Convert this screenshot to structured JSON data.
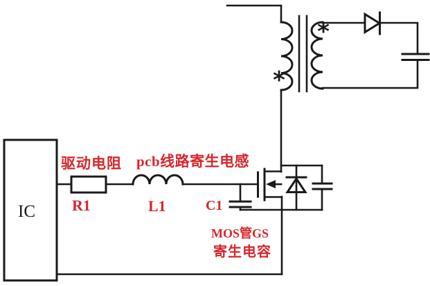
{
  "colors": {
    "background": "#ffffff",
    "wire": "#1a1a1a",
    "annotation_red": "#d8262c"
  },
  "labels": {
    "ic": "IC",
    "r1_annotation": "驱动电阻",
    "r1_designator": "R1",
    "l1_annotation": "pcb线路寄生电感",
    "l1_designator": "L1",
    "c1_designator": "C1",
    "c1_annotation_line1": "MOS管GS",
    "c1_annotation_line2": "寄生电容",
    "transformer_primary_dot": "*",
    "transformer_secondary_dot": "*"
  },
  "components": [
    {
      "name": "ic",
      "label": "IC"
    },
    {
      "name": "gate-drive-resistor",
      "designator": "R1",
      "annotation": "驱动电阻"
    },
    {
      "name": "pcb-trace-parasitic-inductor",
      "designator": "L1",
      "annotation": "pcb线路寄生电感"
    },
    {
      "name": "mos-gs-parasitic-capacitor",
      "designator": "C1",
      "annotation": "MOS管GS寄生电容"
    },
    {
      "name": "power-mosfet"
    },
    {
      "name": "mosfet-body-diode"
    },
    {
      "name": "drain-source-capacitor"
    },
    {
      "name": "flyback-transformer",
      "polarity_marks": [
        "*",
        "*"
      ]
    },
    {
      "name": "output-rectifier-diode"
    },
    {
      "name": "output-capacitor"
    }
  ]
}
